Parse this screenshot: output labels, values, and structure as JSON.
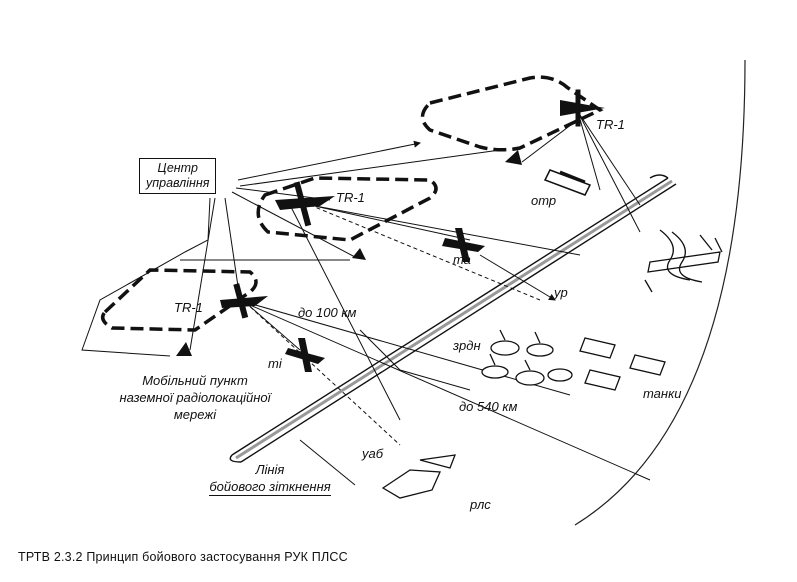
{
  "center": {
    "line1": "Центр",
    "line2": "управління"
  },
  "tr1_labels": [
    "TR-1",
    "TR-1",
    "TR-1"
  ],
  "mobile_post": {
    "line1": "Мобільний пункт",
    "line2": "наземної радіолокаційної",
    "line3": "мережі"
  },
  "frontline": {
    "line1": "Лінія",
    "line2": "бойового зіткнення"
  },
  "ranges": {
    "r100": "до 100 км",
    "r540": "до 540 км"
  },
  "targets": {
    "otr": "отр",
    "ta": "та",
    "ur": "ур",
    "ti": "ті",
    "zrdn": "зрдн",
    "tanky": "танки",
    "uab": "уаб",
    "rls": "рлс"
  },
  "caption": "ТРТВ  2.3.2  Принцип бойового застосування РУК ПЛСС",
  "colors": {
    "ink": "#111111",
    "paper": "#ffffff"
  }
}
